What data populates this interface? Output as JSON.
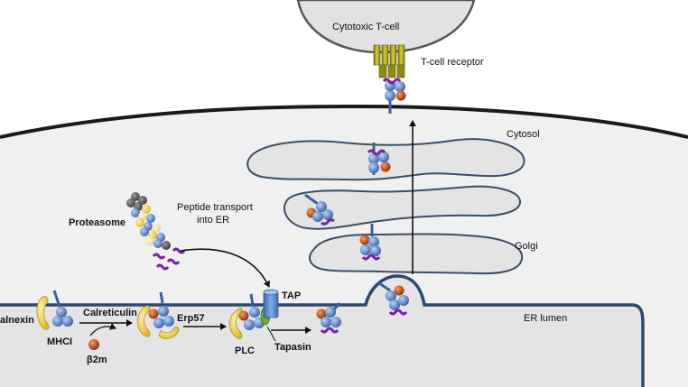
{
  "labels": {
    "tcell": "Cytotoxic T-cell",
    "tcr": "T-cell receptor",
    "cytosol": "Cytosol",
    "golgi": "Golgi",
    "er_lumen": "ER lumen",
    "proteasome": "Proteasome",
    "peptide_transport_1": "Peptide transport",
    "peptide_transport_2": "into ER",
    "tap": "TAP",
    "calnexin": "alnexin",
    "mhci": "MHCI",
    "b2m": "β2m",
    "calreticulin": "Calreticulin",
    "erp57": "Erp57",
    "plc": "PLC",
    "tapasin": "Tapasin"
  },
  "colors": {
    "cell_fill": "#f0f0f0",
    "tcell_fill": "#e2e2e2",
    "membrane": "#1a1a1a",
    "er_membrane": "#2b4a73",
    "golgi_fill": "#e4e4e4",
    "golgi_stroke": "#3a4f6a",
    "mhc_blue": "#6f95d2",
    "b2m_orange": "#c0561f",
    "peptide_purple": "#7a1fa2",
    "calnexin_yellow": "#e9c733",
    "tapasin_green": "#6cab2e",
    "tap_blue": "#5b8fd0",
    "tcr_olive": "#b3ad1f"
  },
  "icons": [
    "tcell-receptor-icon",
    "mhc-complex-icon",
    "proteasome-icon",
    "tap-transporter-icon",
    "calnexin-icon",
    "calreticulin-icon",
    "erp57-icon",
    "tapasin-icon",
    "b2m-icon"
  ]
}
